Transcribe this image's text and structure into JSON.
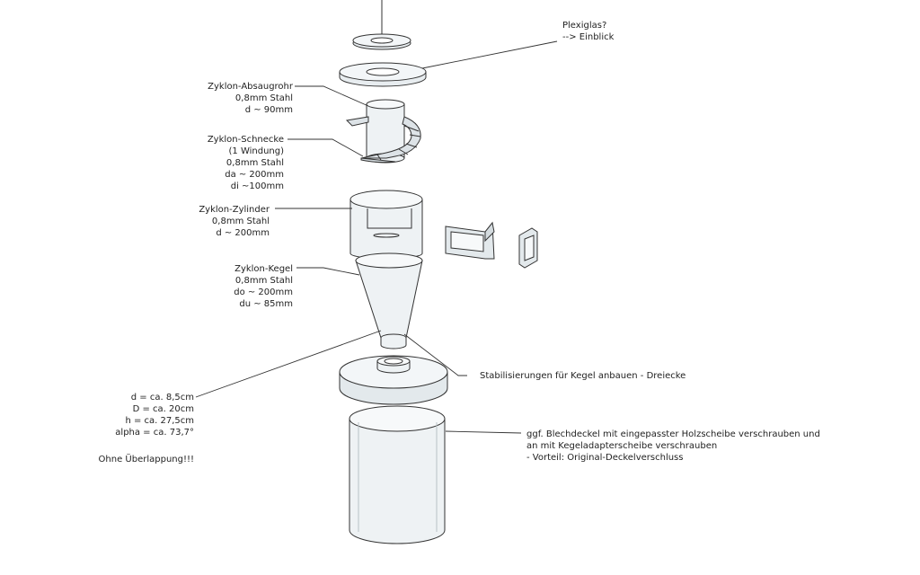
{
  "labels": {
    "plexiglas": [
      "Plexiglas?",
      "--> Einblick"
    ],
    "absaugrohr": [
      "Zyklon-Absaugrohr",
      "0,8mm Stahl",
      "d ~ 90mm"
    ],
    "schnecke": [
      "Zyklon-Schnecke",
      "(1 Windung)",
      "0,8mm Stahl",
      "da ~ 200mm",
      "di ~100mm"
    ],
    "zylinder": [
      "Zyklon-Zylinder",
      "0,8mm Stahl",
      "d ~ 200mm"
    ],
    "kegel": [
      "Zyklon-Kegel",
      "0,8mm Stahl",
      "do ~ 200mm",
      "du ~ 85mm"
    ],
    "dimensions": [
      "d = ca. 8,5cm",
      "D = ca. 20cm",
      "h = ca. 27,5cm",
      "alpha = ca. 73,7°"
    ],
    "ueberlappung": "Ohne Überlappung!!!",
    "stabilisierung": "Stabilisierungen für Kegel anbauen - Dreiecke",
    "deckel": [
      "ggf. Blechdeckel mit eingepasster Holzscheibe verschrauben und",
      "an mit Kegeladapterscheibe verschrauben",
      "- Vorteil: Original-Deckelverschluss"
    ]
  },
  "colors": {
    "line": "#333333",
    "fill": "#e6ebee",
    "fill_light": "#f3f6f8",
    "shade": "#c9d1d6",
    "text": "#222222"
  }
}
